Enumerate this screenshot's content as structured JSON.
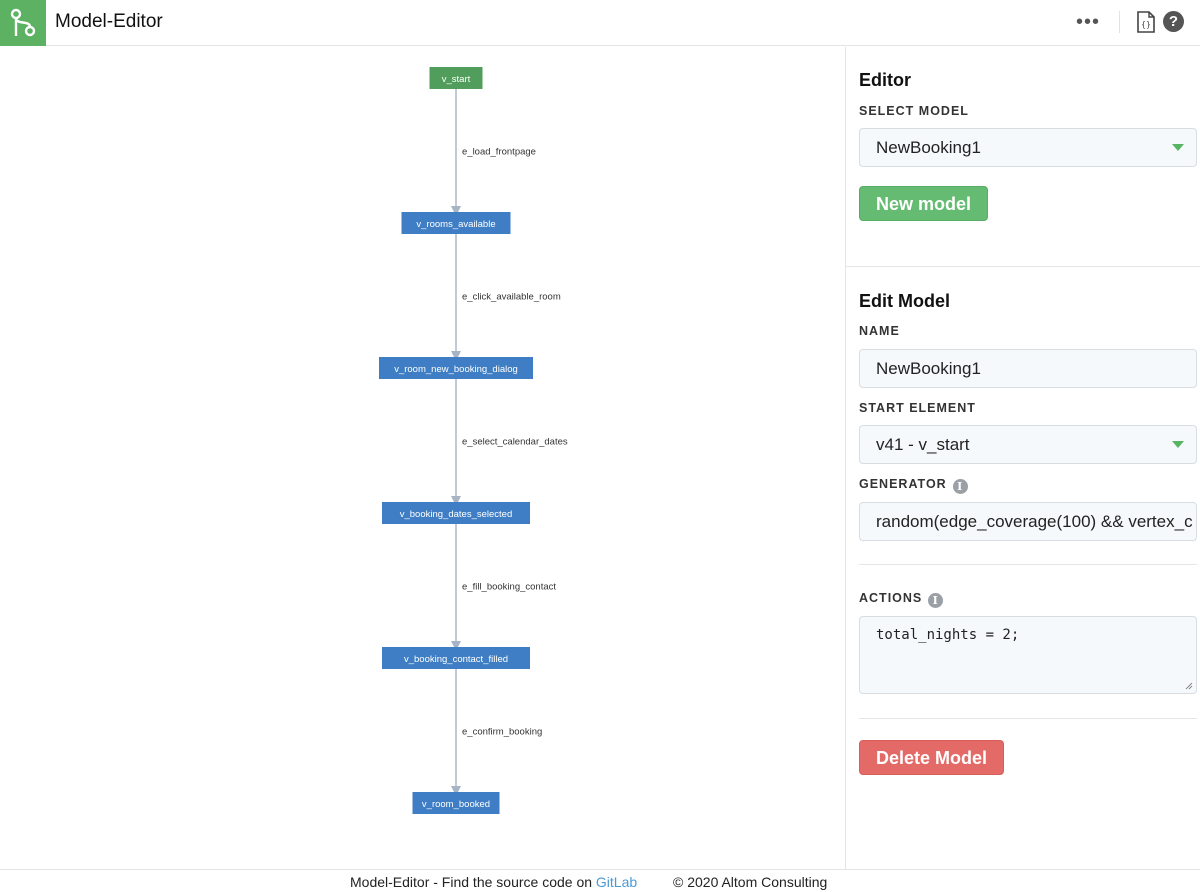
{
  "header": {
    "title": "Model-Editor",
    "more_icon": "more-horizontal-icon",
    "json_icon": "json-file-icon",
    "help_icon": "help-icon",
    "help_glyph": "?",
    "logo_icon": "git-merge-icon",
    "accent": "#5db163"
  },
  "graph": {
    "vertex_color_start": "#519e5c",
    "vertex_color": "#3f7ec4",
    "edge_color": "#a7b4c6",
    "vertices": [
      {
        "id": "v_start",
        "label": "v_start",
        "start": true
      },
      {
        "id": "v_rooms_available",
        "label": "v_rooms_available"
      },
      {
        "id": "v_room_new_booking_dialog",
        "label": "v_room_new_booking_dialog"
      },
      {
        "id": "v_booking_dates_selected",
        "label": "v_booking_dates_selected"
      },
      {
        "id": "v_booking_contact_filled",
        "label": "v_booking_contact_filled"
      },
      {
        "id": "v_room_booked",
        "label": "v_room_booked"
      }
    ],
    "edges": [
      {
        "label": "e_load_frontpage",
        "from": 0,
        "to": 1
      },
      {
        "label": "e_click_available_room",
        "from": 1,
        "to": 2
      },
      {
        "label": "e_select_calendar_dates",
        "from": 2,
        "to": 3
      },
      {
        "label": "e_fill_booking_contact",
        "from": 3,
        "to": 4
      },
      {
        "label": "e_confirm_booking",
        "from": 4,
        "to": 5
      }
    ]
  },
  "editor": {
    "title": "Editor",
    "select_model_label": "SELECT MODEL",
    "selected_model": "NewBooking1",
    "new_model_button": "New model"
  },
  "edit_model": {
    "title": "Edit Model",
    "name_label": "NAME",
    "name_value": "NewBooking1",
    "start_element_label": "START ELEMENT",
    "start_element_value": "v41 - v_start",
    "generator_label": "GENERATOR",
    "generator_value": "random(edge_coverage(100) && vertex_c",
    "actions_label": "ACTIONS",
    "actions_value": "total_nights = 2;",
    "info_glyph": "i",
    "delete_button": "Delete Model"
  },
  "footer": {
    "text": "Model-Editor - Find the source code on ",
    "link": "GitLab",
    "copyright": "© 2020 Altom Consulting"
  }
}
